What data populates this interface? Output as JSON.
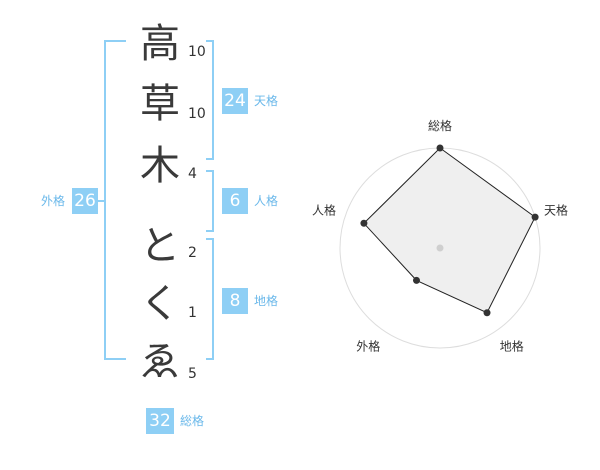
{
  "name_chars": [
    {
      "char": "高",
      "strokes": "10"
    },
    {
      "char": "草",
      "strokes": "10"
    },
    {
      "char": "木",
      "strokes": "4"
    },
    {
      "char": "と",
      "strokes": "2"
    },
    {
      "char": "く",
      "strokes": "1"
    },
    {
      "char": "ゑ",
      "strokes": "5"
    }
  ],
  "kakusu": {
    "tenkaku": {
      "label": "天格",
      "value": "24"
    },
    "jinkaku": {
      "label": "人格",
      "value": "6"
    },
    "chikaku": {
      "label": "地格",
      "value": "8"
    },
    "gaikaku": {
      "label": "外格",
      "value": "26"
    },
    "soukaku": {
      "label": "総格",
      "value": "32"
    }
  },
  "colors": {
    "accent": "#8ecff5",
    "text": "#3a3a3a"
  },
  "chart_data": {
    "type": "radar",
    "axes": [
      "総格",
      "天格",
      "地格",
      "外格",
      "人格"
    ],
    "values": [
      5,
      5,
      4,
      2,
      4
    ],
    "range": [
      0,
      5
    ],
    "rings": 4,
    "grid": true
  }
}
